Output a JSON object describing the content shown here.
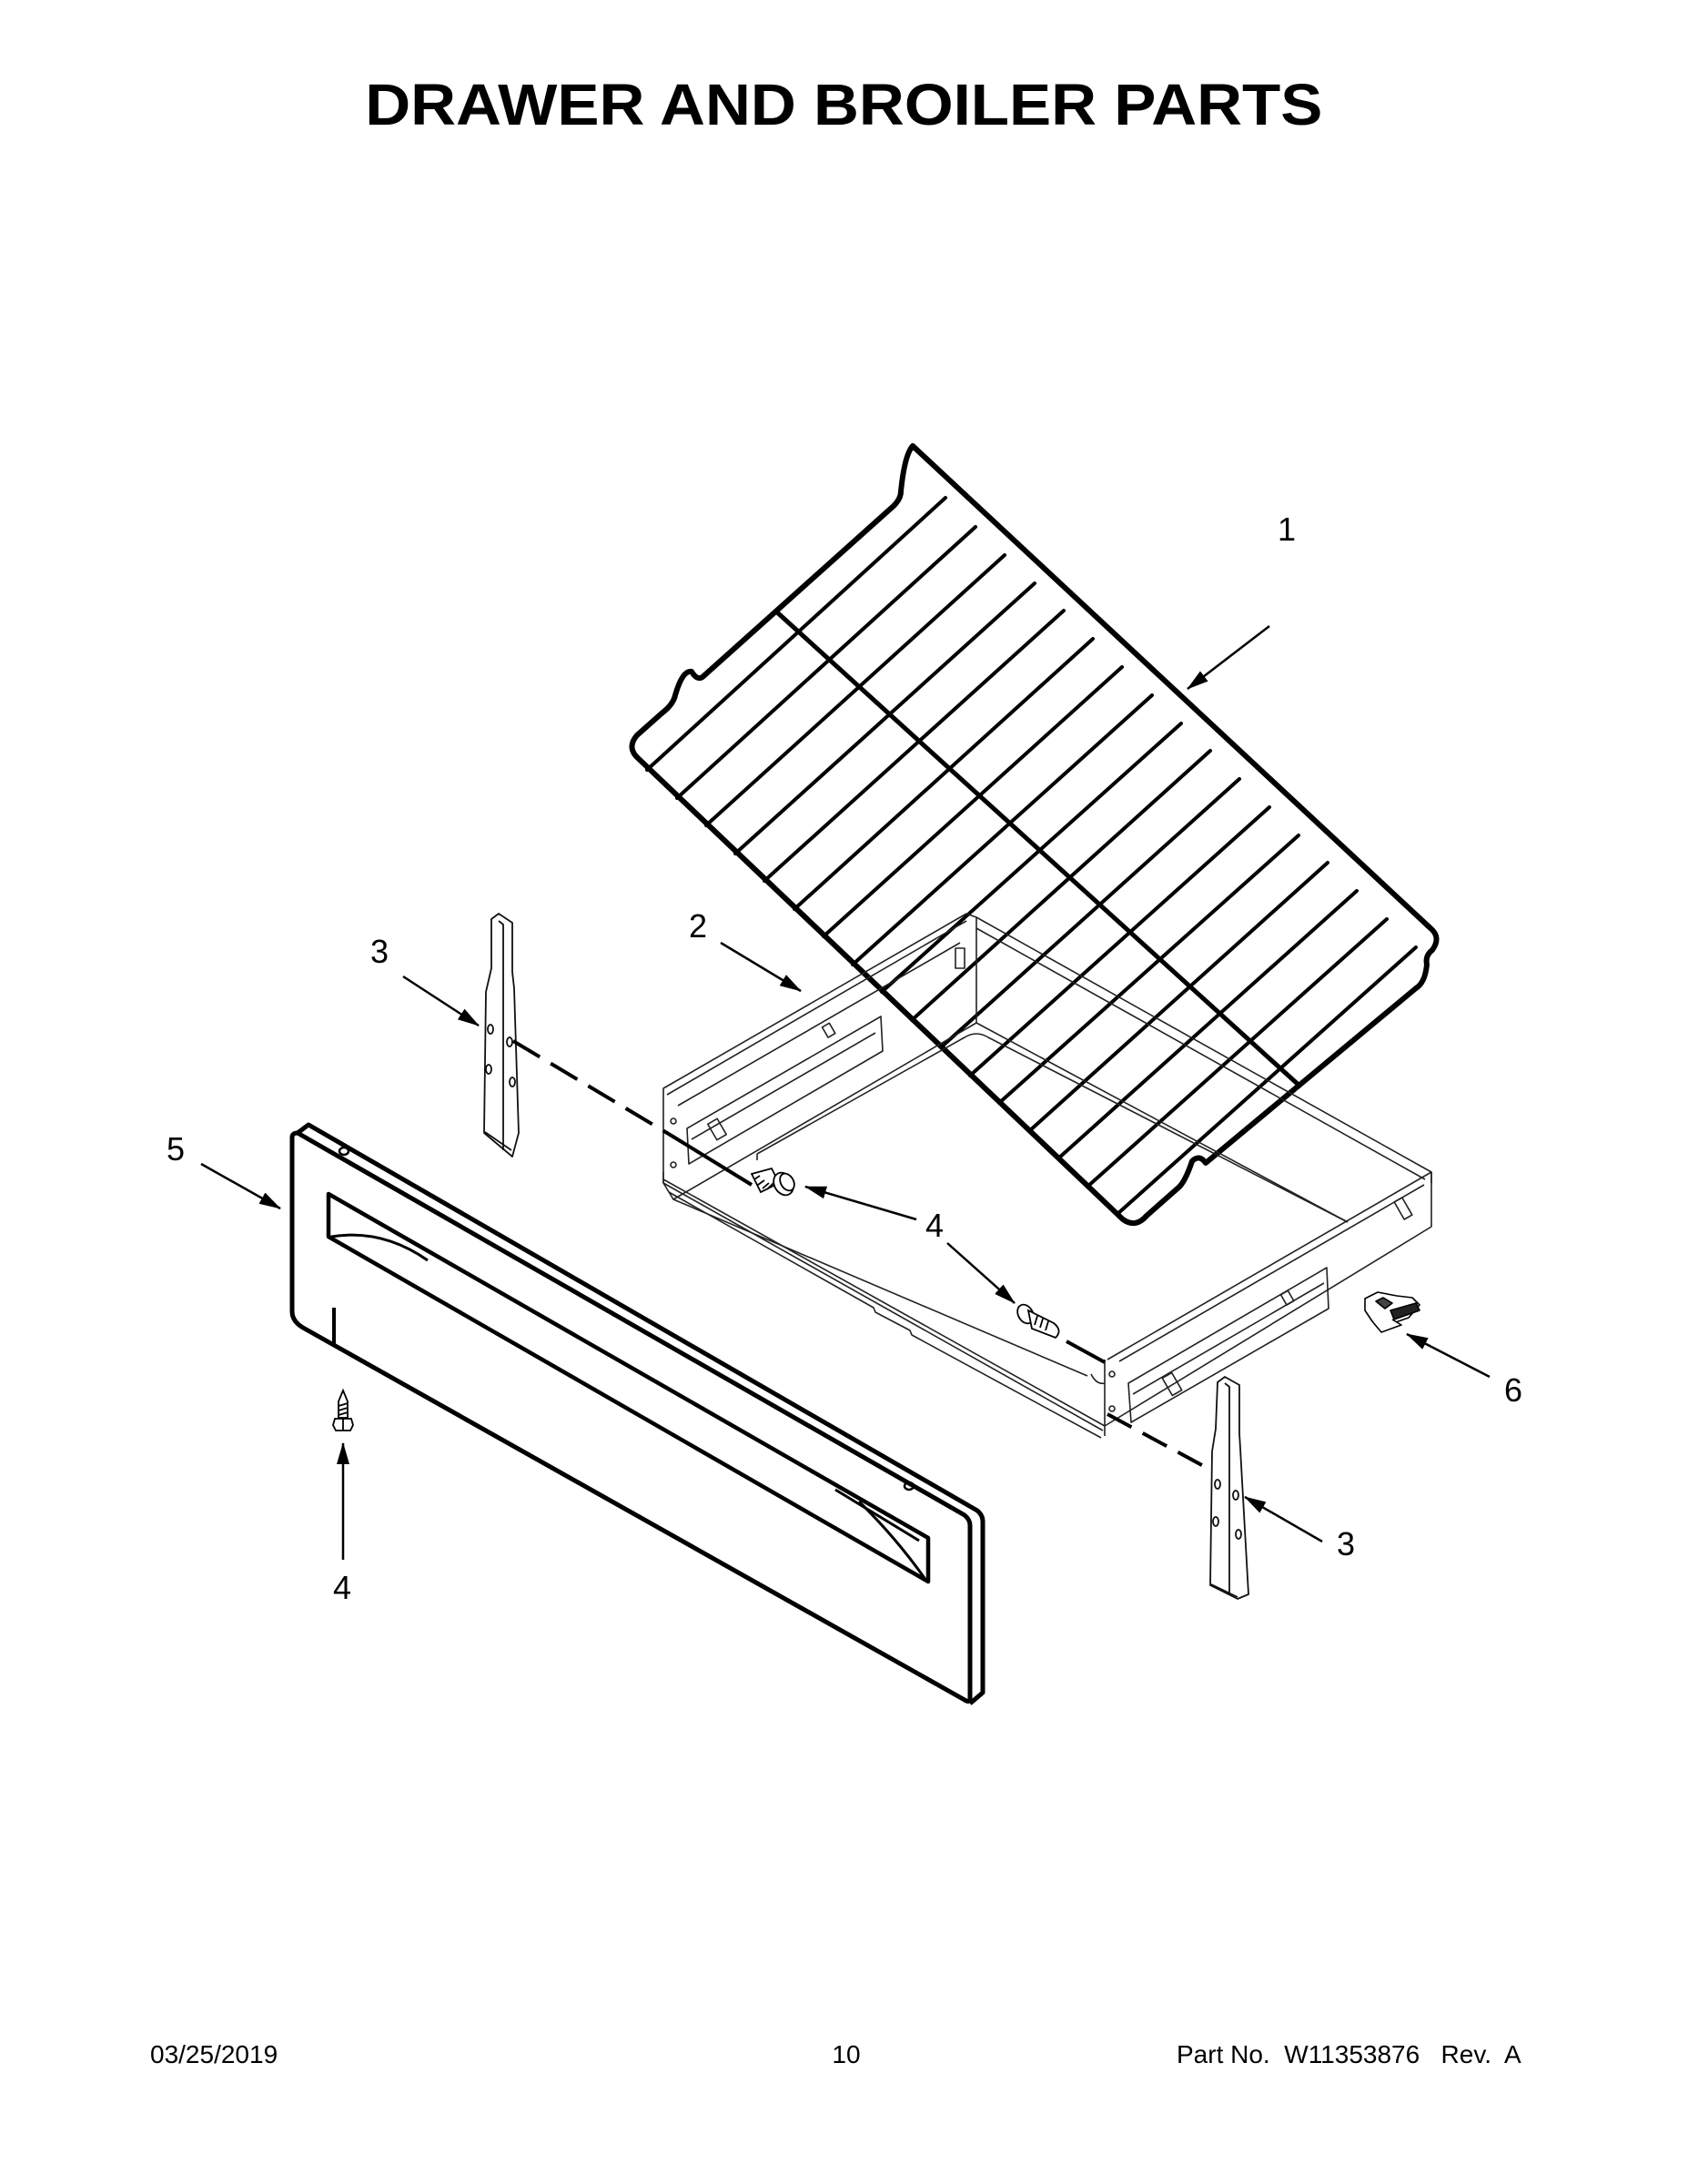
{
  "page": {
    "title": "DRAWER AND BROILER PARTS"
  },
  "diagram": {
    "parts": [
      {
        "callout": "1",
        "name": "oven-rack"
      },
      {
        "callout": "2",
        "name": "drawer-pan"
      },
      {
        "callout": "3",
        "name": "drawer-slide-left"
      },
      {
        "callout": "3",
        "name": "drawer-slide-right"
      },
      {
        "callout": "4",
        "name": "screw-drawer-left"
      },
      {
        "callout": "4",
        "name": "screw-drawer-right"
      },
      {
        "callout": "4",
        "name": "screw-panel-bottom"
      },
      {
        "callout": "5",
        "name": "drawer-front-panel"
      },
      {
        "callout": "6",
        "name": "drawer-clip"
      }
    ],
    "callouts": {
      "rack": "1",
      "drawer": "2",
      "slide_left": "3",
      "slide_right": "3",
      "screw_middle": "4",
      "screw_bottom": "4",
      "panel": "5",
      "clip": "6"
    },
    "colors": {
      "line": "#000000",
      "background": "#ffffff",
      "thin_line": "#333333"
    }
  },
  "footer": {
    "date": "03/25/2019",
    "page_number": "10",
    "part_number": "Part No.  W11353876   Rev.  A"
  }
}
